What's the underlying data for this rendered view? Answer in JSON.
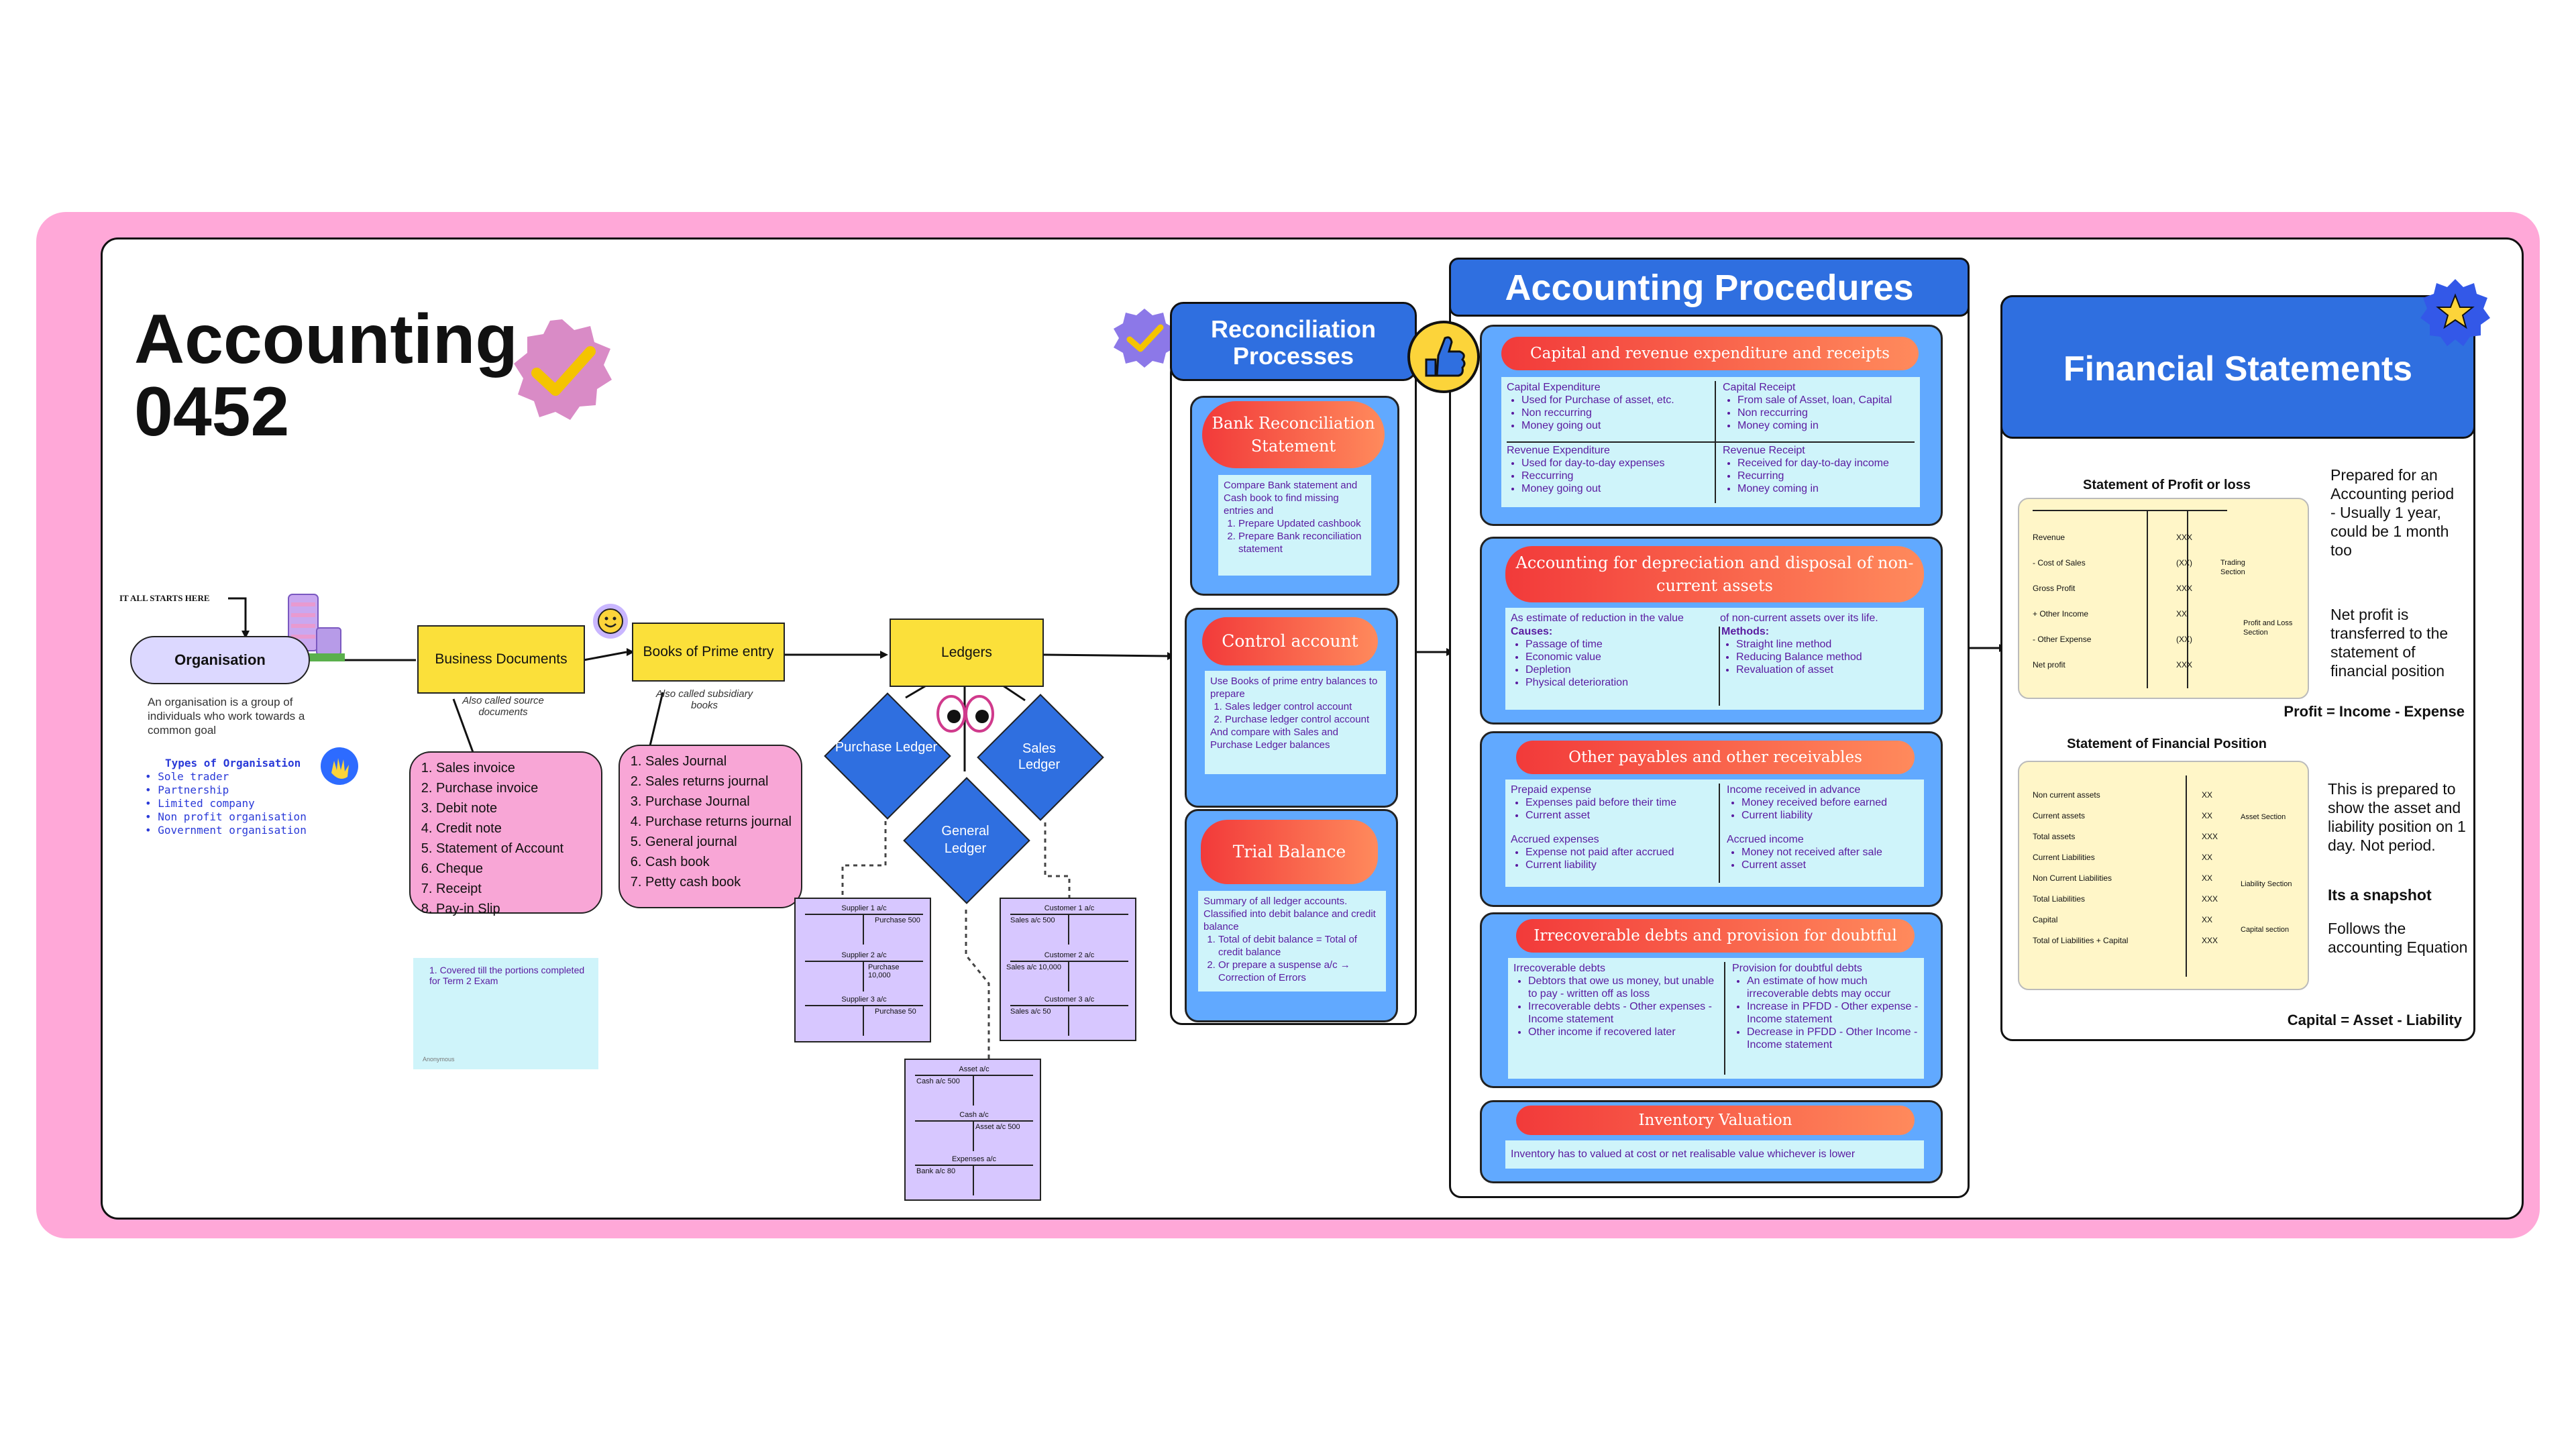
{
  "title": {
    "line1": "Accounting",
    "line2": "0452"
  },
  "start": {
    "label": "IT ALL STARTS HERE",
    "organisation": "Organisation",
    "description": "An organisation is a group of individuals who work towards a common goal",
    "types_heading": "Types of Organisation",
    "types": [
      "Sole trader",
      "Partnership",
      "Limited company",
      "Non profit organisation",
      "Government organisation"
    ]
  },
  "flow": {
    "business_documents": "Business Documents",
    "business_caption": "Also called source documents",
    "books_prime": "Books of Prime entry",
    "books_caption": "Also called subsidiary books",
    "ledgers": "Ledgers",
    "purchase_ledger": "Purchase Ledger",
    "sales_ledger": "Sales Ledger",
    "general_ledger": "General Ledger"
  },
  "business_docs_list": [
    "Sales invoice",
    "Purchase invoice",
    "Debit note",
    "Credit note",
    "Statement of Account",
    "Cheque",
    "Receipt",
    "Pay-in Slip"
  ],
  "books_list": [
    "Sales Journal",
    "Sales returns journal",
    "Purchase Journal",
    "Purchase returns journal",
    "General journal",
    "Cash book",
    "Petty cash book"
  ],
  "sticky": {
    "text": "Covered till the portions completed for Term 2 Exam",
    "author": "Anonymous"
  },
  "purchase_taccounts": [
    {
      "title": "Supplier 1 a/c",
      "right": "Purchase 500"
    },
    {
      "title": "Supplier 2 a/c",
      "right": "Purchase 10,000"
    },
    {
      "title": "Supplier 3 a/c",
      "right": "Purchase 50"
    }
  ],
  "sales_taccounts": [
    {
      "title": "Customer 1 a/c",
      "left": "Sales a/c 500"
    },
    {
      "title": "Customer 2 a/c",
      "left": "Sales a/c 10,000"
    },
    {
      "title": "Customer 3 a/c",
      "left": "Sales a/c 50"
    }
  ],
  "general_taccounts": [
    {
      "title": "Asset a/c",
      "left": "Cash a/c 500",
      "right": ""
    },
    {
      "title": "Cash a/c",
      "left": "",
      "right": "Asset a/c 500"
    },
    {
      "title": "Expenses a/c",
      "left": "Bank a/c 80",
      "right": ""
    }
  ],
  "reconciliation": {
    "header": "Reconciliation Processes",
    "bank": {
      "title": "Bank Reconciliation Statement",
      "intro": "Compare Bank statement and Cash book to find missing entries and",
      "steps": [
        "Prepare Updated cashbook",
        "Prepare Bank reconciliation statement"
      ]
    },
    "control": {
      "title": "Control account",
      "intro": "Use Books of prime entry balances to prepare",
      "steps": [
        "Sales ledger control account",
        "Purchase ledger control account"
      ],
      "outro": "And compare with Sales and Purchase Ledger balances"
    },
    "trial": {
      "title": "Trial Balance",
      "intro": "Summary of all ledger accounts. Classified into debit balance and credit balance",
      "steps": [
        "Total of debit balance = Total of credit balance",
        "Or prepare a suspense a/c → Correction of Errors"
      ]
    }
  },
  "procedures": {
    "header": "Accounting Procedures",
    "capital": {
      "title": "Capital and revenue expenditure and receipts",
      "cap_exp": {
        "h": "Capital Expenditure",
        "items": [
          "Used for Purchase of asset, etc.",
          "Non reccurring",
          "Money going out"
        ]
      },
      "cap_rec": {
        "h": "Capital Receipt",
        "items": [
          "From sale of Asset, loan, Capital",
          "Non reccurring",
          "Money coming in"
        ]
      },
      "rev_exp": {
        "h": "Revenue Expenditure",
        "items": [
          "Used for day-to-day expenses",
          "Reccurring",
          "Money going out"
        ]
      },
      "rev_rec": {
        "h": "Revenue Receipt",
        "items": [
          "Received for day-to-day income",
          "Recurring",
          "Money coming in"
        ]
      }
    },
    "depreciation": {
      "title": "Accounting for depreciation and disposal of non-current assets",
      "intro_left": "As estimate of reduction in the value",
      "intro_right": "of non-current assets over its life.",
      "causes_h": "Causes:",
      "causes": [
        "Passage of time",
        "Economic value",
        "Depletion",
        "Physical deterioration"
      ],
      "methods_h": "Methods:",
      "methods": [
        "Straight line method",
        "Reducing Balance method",
        "Revaluation of asset"
      ]
    },
    "payables": {
      "title": "Other payables and other receivables",
      "prepaid": {
        "h": "Prepaid expense",
        "items": [
          "Expenses paid before their time",
          "Current asset"
        ]
      },
      "income_adv": {
        "h": "Income received in advance",
        "items": [
          "Money received before earned",
          "Current liability"
        ]
      },
      "accrued_exp": {
        "h": "Accrued expenses",
        "items": [
          "Expense not paid after accrued",
          "Current liability"
        ]
      },
      "accrued_inc": {
        "h": "Accrued income",
        "items": [
          "Money not received after sale",
          "Current asset"
        ]
      }
    },
    "debts": {
      "title": "Irrecoverable debts and provision for doubtful debts",
      "irr": {
        "h": "Irrecoverable debts",
        "items": [
          "Debtors that owe us money, but unable to pay - written off as loss",
          "Irrecoverable debts - Other expenses - Income statement",
          "Other income if recovered later"
        ]
      },
      "prov": {
        "h": "Provision for doubtful debts",
        "items": [
          "An estimate of how much irrecoverable debts may occur",
          "Increase in PFDD - Other expense - Income statement",
          "Decrease in PFDD - Other Income - Income statement"
        ]
      }
    },
    "inventory": {
      "title": "Inventory Valuation",
      "text": "Inventory has to valued at cost or net realisable value whichever is lower"
    }
  },
  "financial": {
    "header": "Financial Statements",
    "pl_title": "Statement of Profit or loss",
    "pl_rows": [
      {
        "label": "Revenue",
        "val": "XXX"
      },
      {
        "label": "- Cost of Sales",
        "val": "(XX)"
      },
      {
        "label": "Gross Profit",
        "val": "XXX"
      },
      {
        "label": "+ Other Income",
        "val": "XX"
      },
      {
        "label": "- Other Expense",
        "val": "(XX)"
      },
      {
        "label": "Net profit",
        "val": "XXX"
      }
    ],
    "pl_sections": [
      "Trading Section",
      "Profit and Loss Section"
    ],
    "pl_note1": "Prepared for an Accounting period - Usually 1 year, could be 1 month too",
    "pl_note2": "Net profit is transferred to the statement of financial position",
    "pl_formula": "Profit = Income - Expense",
    "fp_title": "Statement of Financial Position",
    "fp_rows": [
      {
        "label": "Non current assets",
        "val": "XX"
      },
      {
        "label": "Current assets",
        "val": "XX"
      },
      {
        "label": "Total assets",
        "val": "XXX"
      },
      {
        "label": "Current Liabilities",
        "val": "XX"
      },
      {
        "label": "Non Current Liabilities",
        "val": "XX"
      },
      {
        "label": "Total Liabilities",
        "val": "XXX"
      },
      {
        "label": "Capital",
        "val": "XX"
      },
      {
        "label": "Total of Liabilities + Capital",
        "val": "XXX"
      }
    ],
    "fp_sections": [
      "Asset Section",
      "Liability Section",
      "Capital section"
    ],
    "fp_note1": "This is prepared to show the asset and liability position on 1 day. Not period.",
    "fp_note2": "Its a snapshot",
    "fp_note3": "Follows the accounting Equation",
    "fp_formula": "Capital = Asset - Liability"
  },
  "colors": {
    "pink": "#ffa8d8",
    "yellow": "#fbe03a",
    "blue": "#2f6fe0",
    "panel": "#61a9ff",
    "sticky": "#cff4fa"
  }
}
